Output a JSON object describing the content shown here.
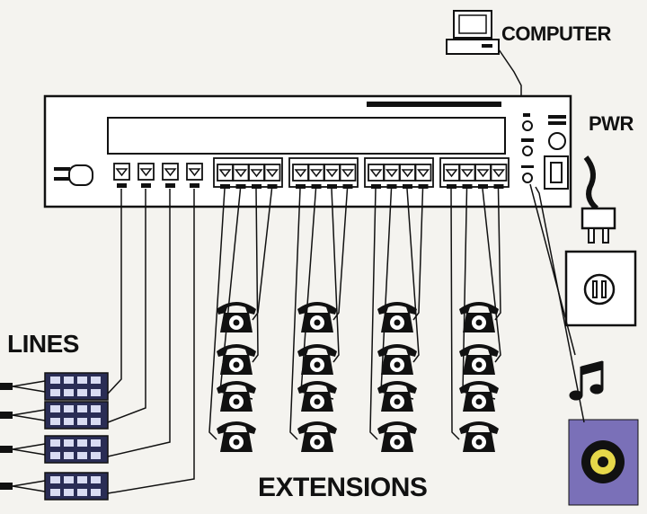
{
  "labels": {
    "computer": "COMPUTER",
    "pwr": "PWR",
    "lines": "LINES",
    "extensions": "EXTENSIONS"
  },
  "diagram": {
    "line_port_count": 4,
    "extension_group_count": 4,
    "ports_per_extension_group": 4,
    "telephone_count": 16,
    "line_jack_count": 4
  },
  "colors": {
    "background": "#f4f3ef",
    "stroke": "#111111",
    "jack_fill": "#2a2d55",
    "audio_jack_fill": "#7a70b8",
    "audio_jack_center": "#e6d84a"
  },
  "icons": {
    "computer": "computer-icon",
    "phone": "telephone-icon",
    "music": "music-note-icon",
    "power_plug": "power-plug-icon",
    "outlet": "wall-outlet-icon",
    "audio_jack": "rca-jack-icon",
    "line_jack": "line-jack-icon"
  }
}
